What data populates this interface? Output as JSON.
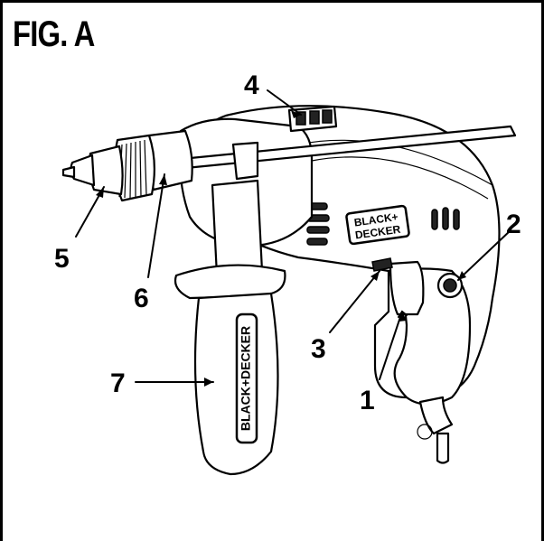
{
  "figure": {
    "title": "FIG. A",
    "callouts": [
      {
        "id": "1",
        "label": "1"
      },
      {
        "id": "2",
        "label": "2"
      },
      {
        "id": "3",
        "label": "3"
      },
      {
        "id": "4",
        "label": "4"
      },
      {
        "id": "5",
        "label": "5"
      },
      {
        "id": "6",
        "label": "6"
      },
      {
        "id": "7",
        "label": "7"
      }
    ],
    "brand_body_line1": "BLACK+",
    "brand_body_line2": "DECKER",
    "brand_handle": "BLACK+DECKER"
  },
  "colors": {
    "ink": "#000000",
    "paper": "#ffffff"
  }
}
